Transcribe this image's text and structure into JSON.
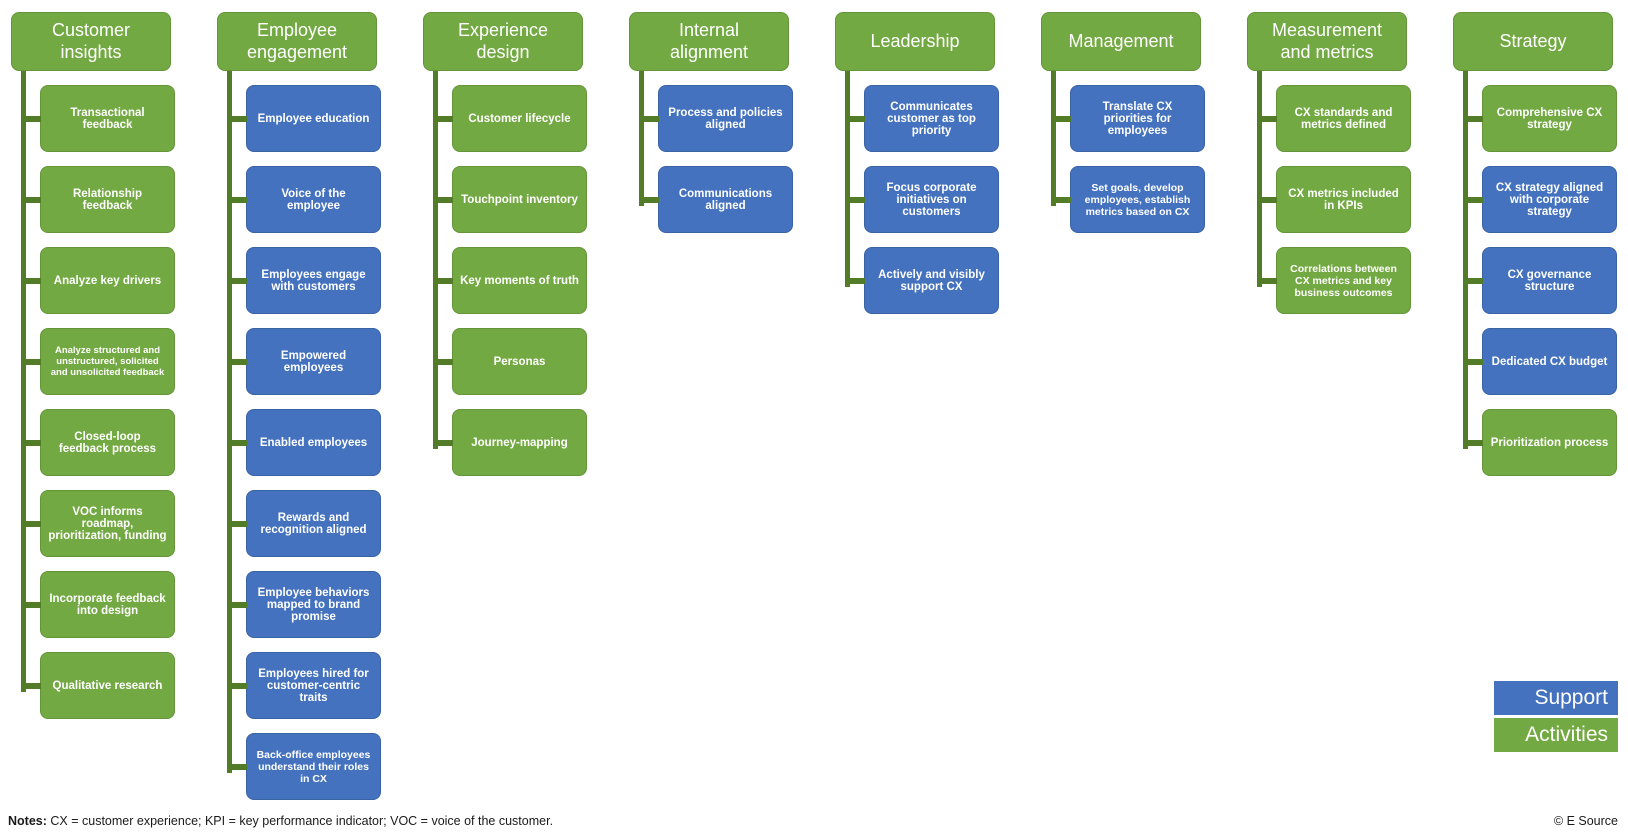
{
  "colors": {
    "activity_green": "#73A942",
    "activity_green_border": "#649539",
    "support_blue": "#4472BE",
    "support_blue_border": "#3A63A6",
    "connector_dark_green": "#527C28"
  },
  "columns": [
    {
      "title": "Customer\ninsights",
      "children": [
        {
          "label": "Transactional feedback",
          "type": "activity"
        },
        {
          "label": "Relationship feedback",
          "type": "activity"
        },
        {
          "label": "Analyze key drivers",
          "type": "activity"
        },
        {
          "label": "Analyze structured and unstructured, solicited and unsolicited feedback",
          "type": "activity"
        },
        {
          "label": "Closed-loop feedback process",
          "type": "activity"
        },
        {
          "label": "VOC informs roadmap, prioritization, funding",
          "type": "activity"
        },
        {
          "label": "Incorporate feedback into design",
          "type": "activity"
        },
        {
          "label": "Qualitative research",
          "type": "activity"
        }
      ]
    },
    {
      "title": "Employee\nengagement",
      "children": [
        {
          "label": "Employee education",
          "type": "support"
        },
        {
          "label": "Voice of the employee",
          "type": "support"
        },
        {
          "label": "Employees engage with customers",
          "type": "support"
        },
        {
          "label": "Empowered employees",
          "type": "support"
        },
        {
          "label": "Enabled employees",
          "type": "support"
        },
        {
          "label": "Rewards and recognition aligned",
          "type": "support"
        },
        {
          "label": "Employee behaviors mapped to brand promise",
          "type": "support"
        },
        {
          "label": "Employees hired for customer-centric traits",
          "type": "support"
        },
        {
          "label": "Back-office employees understand their roles in CX",
          "type": "support"
        }
      ]
    },
    {
      "title": "Experience\ndesign",
      "children": [
        {
          "label": "Customer lifecycle",
          "type": "activity"
        },
        {
          "label": "Touchpoint inventory",
          "type": "activity"
        },
        {
          "label": "Key moments of truth",
          "type": "activity"
        },
        {
          "label": "Personas",
          "type": "activity"
        },
        {
          "label": "Journey-mapping",
          "type": "activity"
        }
      ]
    },
    {
      "title": "Internal\nalignment",
      "children": [
        {
          "label": "Process and policies aligned",
          "type": "support"
        },
        {
          "label": "Communications aligned",
          "type": "support"
        }
      ]
    },
    {
      "title": "Leadership",
      "children": [
        {
          "label": "Communicates customer as top priority",
          "type": "support"
        },
        {
          "label": "Focus corporate initiatives on customers",
          "type": "support"
        },
        {
          "label": "Actively and visibly support CX",
          "type": "support"
        }
      ]
    },
    {
      "title": "Management",
      "children": [
        {
          "label": "Translate CX priorities for employees",
          "type": "support"
        },
        {
          "label": "Set goals, develop employees, establish metrics based on CX",
          "type": "support"
        }
      ]
    },
    {
      "title": "Measurement\nand metrics",
      "children": [
        {
          "label": "CX standards and metrics defined",
          "type": "activity"
        },
        {
          "label": "CX metrics included in KPIs",
          "type": "activity"
        },
        {
          "label": "Correlations between CX metrics and key business outcomes",
          "type": "activity"
        }
      ]
    },
    {
      "title": "Strategy",
      "children": [
        {
          "label": "Comprehensive CX strategy",
          "type": "activity"
        },
        {
          "label": "CX strategy aligned with corporate strategy",
          "type": "support"
        },
        {
          "label": "CX governance structure",
          "type": "support"
        },
        {
          "label": "Dedicated CX budget",
          "type": "support"
        },
        {
          "label": "Prioritization process",
          "type": "activity"
        }
      ]
    }
  ],
  "legend": {
    "items": [
      {
        "label": "Support",
        "type": "support"
      },
      {
        "label": "Activities",
        "type": "activity"
      }
    ]
  },
  "notes": {
    "label": "Notes:",
    "text": " CX = customer experience; KPI = key performance indicator; VOC = voice of the customer."
  },
  "copyright": "© E Source"
}
